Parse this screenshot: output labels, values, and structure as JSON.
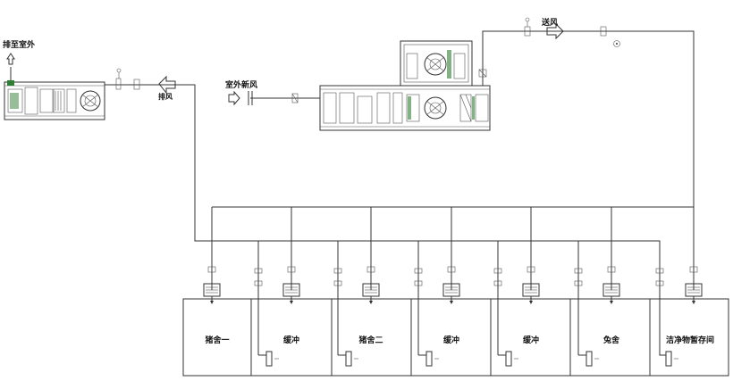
{
  "labels": {
    "exhaust_outdoor": "排至室外",
    "return_air": "排风",
    "outdoor_fresh_air": "室外新风",
    "supply_air": "送风"
  },
  "rooms": [
    {
      "id": "pig1",
      "label": "猪舍一"
    },
    {
      "id": "buffer1",
      "label": "缓冲"
    },
    {
      "id": "pig2",
      "label": "猪舍二"
    },
    {
      "id": "buffer2",
      "label": "缓冲"
    },
    {
      "id": "buffer3",
      "label": "缓冲"
    },
    {
      "id": "rabbit",
      "label": "兔舍"
    },
    {
      "id": "clean-storage",
      "label": "洁净物暂存间"
    }
  ]
}
